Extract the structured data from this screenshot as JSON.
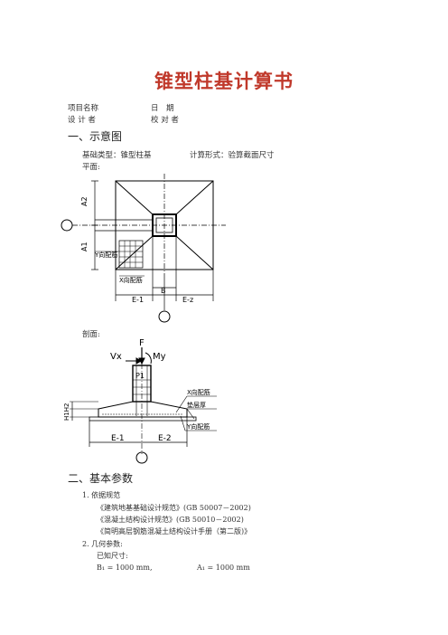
{
  "title": "锥型柱基计算书",
  "meta": {
    "project_name_label": "项目名称",
    "date_label": "日　期",
    "designer_label": "设 计 者",
    "checker_label": "校 对 者"
  },
  "section1": {
    "heading": "一、示意图",
    "foundation_type": "基础类型：锥型柱基",
    "calc_form": "计算形式：验算截面尺寸",
    "plan_label": "平面:",
    "section_label": "剖面:"
  },
  "plan_drawing": {
    "a2": "A2",
    "a1": "A1",
    "y_reinf": "Y向配筋",
    "x_reinf": "X向配筋",
    "b": "B",
    "e1": "E-1",
    "e2": "E-z"
  },
  "section_drawing": {
    "vx": "Vx",
    "f": "F",
    "my": "My",
    "p1": "P1",
    "h_label": "H1H2",
    "x_reinf": "X向配筋",
    "cushion": "垫层厚",
    "y_reinf": "Y向配筋",
    "e1": "E-1",
    "e2": "E-2"
  },
  "section2": {
    "heading": "二、基本参数",
    "item1": "1. 依据规范",
    "code1": "《建筑地基基础设计规范》(GB 50007－2002)",
    "code2": "《混凝土结构设计规范》(GB 50010－2002)",
    "code3": "《简明高层钢筋混凝土结构设计手册（第二版)》",
    "item2": "2. 几何参数:",
    "known": "已知尺寸:",
    "b1": "B₁ = 1000 mm,",
    "a1": "A₁ = 1000 mm"
  }
}
